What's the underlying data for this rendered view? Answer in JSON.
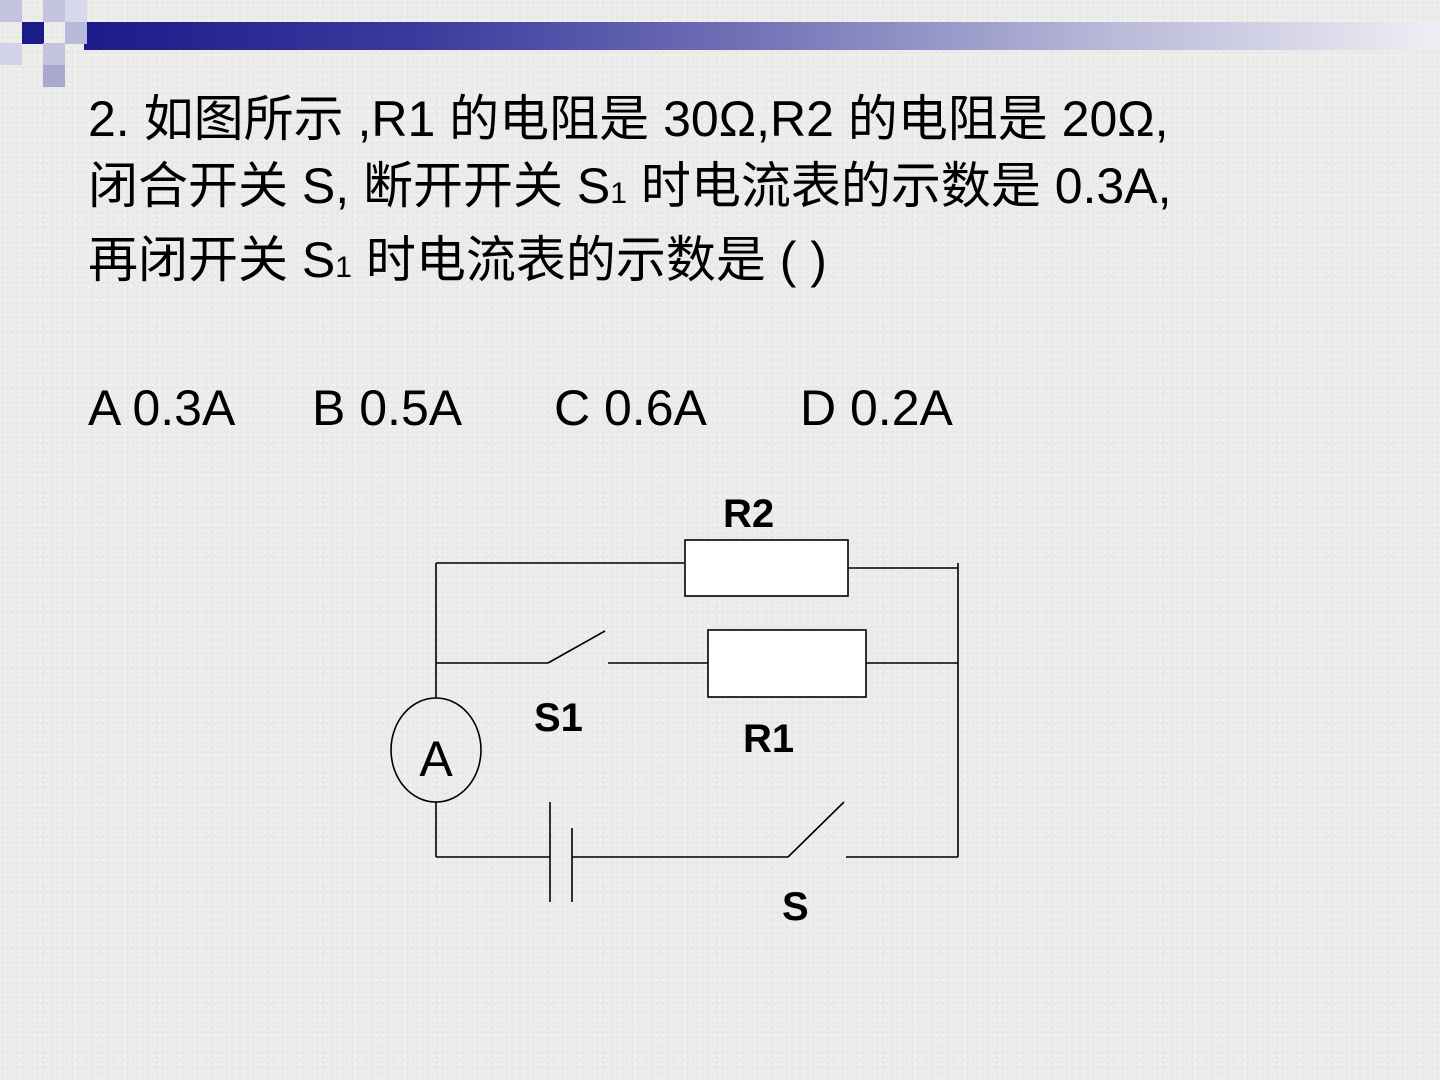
{
  "question": {
    "line1": "2.  如图所示 ,R1 的电阻是 30Ω,R2 的电阻是 20Ω,",
    "line2_a": "闭合开关 S, 断开开关 S",
    "line2_sub": "1",
    "line2_b": " 时电流表的示数是 0.3A,",
    "line3_a": "再闭开关 S",
    "line3_sub": "1",
    "line3_b": " 时电流表的示数是 (   )"
  },
  "options": [
    {
      "text": "A 0.3A"
    },
    {
      "text": "B 0.5A"
    },
    {
      "text": "C 0.6A"
    },
    {
      "text": "D 0.2A"
    }
  ],
  "circuit": {
    "r2_label": "R2",
    "r1_label": "R1",
    "s1_label": "S1",
    "s_label": "S",
    "ammeter_label": "A"
  },
  "colors": {
    "bar_start": "#1b1b8a",
    "bar_end": "#eeeef4",
    "square_dark": "#1b1b8a",
    "square_light": "#b9b9d9"
  }
}
